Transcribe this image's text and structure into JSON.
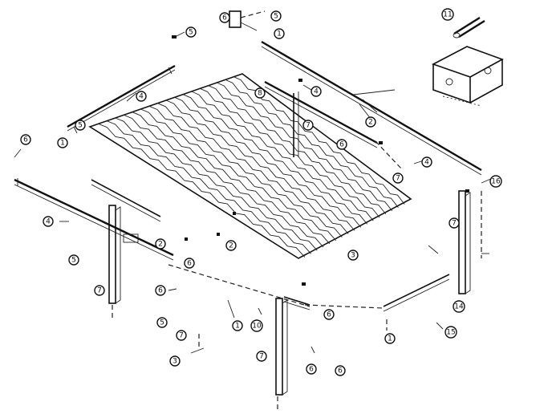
{
  "callouts": [
    {
      "id": "c1",
      "label": "1"
    },
    {
      "id": "c2",
      "label": "1"
    },
    {
      "id": "c3",
      "label": "1"
    },
    {
      "id": "c4",
      "label": "1"
    },
    {
      "id": "c5",
      "label": "2"
    },
    {
      "id": "c6",
      "label": "2"
    },
    {
      "id": "c7",
      "label": "2"
    },
    {
      "id": "c8",
      "label": "3"
    },
    {
      "id": "c9",
      "label": "3"
    },
    {
      "id": "c10",
      "label": "4"
    },
    {
      "id": "c11",
      "label": "4"
    },
    {
      "id": "c12",
      "label": "4"
    },
    {
      "id": "c13",
      "label": "4"
    },
    {
      "id": "c14",
      "label": "5"
    },
    {
      "id": "c15",
      "label": "5"
    },
    {
      "id": "c16",
      "label": "5"
    },
    {
      "id": "c17",
      "label": "5"
    },
    {
      "id": "c18",
      "label": "5"
    },
    {
      "id": "c19",
      "label": "6"
    },
    {
      "id": "c20",
      "label": "6"
    },
    {
      "id": "c21",
      "label": "6"
    },
    {
      "id": "c22",
      "label": "6"
    },
    {
      "id": "c23",
      "label": "6"
    },
    {
      "id": "c24",
      "label": "6"
    },
    {
      "id": "c25",
      "label": "6"
    },
    {
      "id": "c26",
      "label": "6"
    },
    {
      "id": "c27",
      "label": "7"
    },
    {
      "id": "c28",
      "label": "7"
    },
    {
      "id": "c29",
      "label": "7"
    },
    {
      "id": "c30",
      "label": "7"
    },
    {
      "id": "c31",
      "label": "7"
    },
    {
      "id": "c32",
      "label": "7"
    },
    {
      "id": "c33",
      "label": "8"
    },
    {
      "id": "c34",
      "label": "10"
    },
    {
      "id": "c35",
      "label": "11"
    },
    {
      "id": "c36",
      "label": "14"
    },
    {
      "id": "c37",
      "label": "15"
    },
    {
      "id": "c38",
      "label": "16"
    }
  ]
}
